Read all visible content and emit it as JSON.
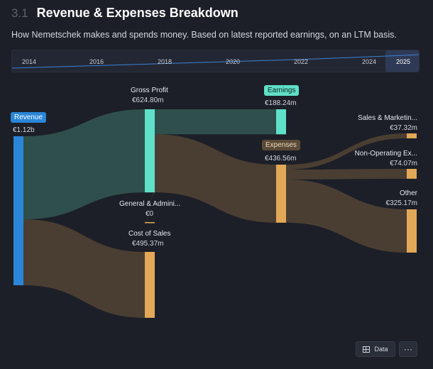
{
  "header": {
    "section_number": "3.1",
    "title": "Revenue & Expenses Breakdown",
    "subtitle": "How Nemetschek makes and spends money. Based on latest reported earnings, on an LTM basis."
  },
  "timeline": {
    "years": [
      "2014",
      "2016",
      "2018",
      "2020",
      "2022",
      "2024",
      "2025"
    ],
    "selected": "2025"
  },
  "chart_data": {
    "type": "sankey",
    "nodes": [
      {
        "id": "revenue",
        "name": "Revenue",
        "value_label": "€1.12b",
        "value": 1120
      },
      {
        "id": "gross_profit",
        "name": "Gross Profit",
        "value_label": "€624.80m",
        "value": 624.8
      },
      {
        "id": "cost_of_sales",
        "name": "Cost of Sales",
        "value_label": "€495.37m",
        "value": 495.37
      },
      {
        "id": "earnings",
        "name": "Earnings",
        "value_label": "€188.24m",
        "value": 188.24
      },
      {
        "id": "expenses",
        "name": "Expenses",
        "value_label": "€436.56m",
        "value": 436.56
      },
      {
        "id": "gna",
        "name": "General & Admini...",
        "value_label": "€0",
        "value": 0
      },
      {
        "id": "sales_marketing",
        "name": "Sales & Marketin...",
        "value_label": "€37.32m",
        "value": 37.32
      },
      {
        "id": "non_operating",
        "name": "Non-Operating Ex...",
        "value_label": "€74.07m",
        "value": 74.07
      },
      {
        "id": "other",
        "name": "Other",
        "value_label": "€325.17m",
        "value": 325.17
      }
    ],
    "links": [
      {
        "source": "revenue",
        "target": "gross_profit",
        "value": 624.8
      },
      {
        "source": "revenue",
        "target": "cost_of_sales",
        "value": 495.37
      },
      {
        "source": "gross_profit",
        "target": "earnings",
        "value": 188.24
      },
      {
        "source": "gross_profit",
        "target": "expenses",
        "value": 436.56
      },
      {
        "source": "gross_profit",
        "target": "gna",
        "value": 0
      },
      {
        "source": "expenses",
        "target": "sales_marketing",
        "value": 37.32
      },
      {
        "source": "expenses",
        "target": "non_operating",
        "value": 74.07
      },
      {
        "source": "expenses",
        "target": "other",
        "value": 325.17
      }
    ],
    "colors": {
      "revenue": "#2a86d8",
      "profit": "#5fe0c8",
      "cost": "#e3a857",
      "profit_flow": "#2f4f4c",
      "cost_flow": "#4a3e33"
    }
  },
  "actions": {
    "data_label": "Data",
    "more_label": "···",
    "data_icon": "table-icon"
  }
}
